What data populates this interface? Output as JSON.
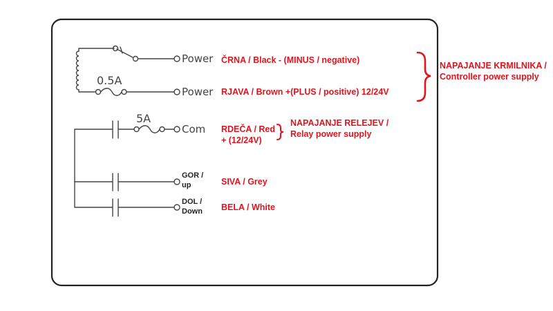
{
  "terminals": {
    "power_1": "Power",
    "power_2": "Power",
    "com": "Com",
    "up": [
      "GOR /",
      "up"
    ],
    "down": [
      "DOL /",
      "Down"
    ]
  },
  "fuses": {
    "controller": "0.5A",
    "relay": "5A"
  },
  "wires": {
    "black": "ČRNA / Black - (MINUS / negative)",
    "brown": "RJAVA / Brown +(PLUS / positive) 12/24V",
    "red": [
      "RDEČA / Red",
      "+ (12/24V)"
    ],
    "grey": "SIVA / Grey",
    "white": "BELA / White"
  },
  "groups": {
    "controller_supply": [
      "NAPAJANJE KRMILNIKA /",
      "Controller power supply"
    ],
    "relay_supply": [
      "NAPAJANJE RELEJEV /",
      "Relay power supply"
    ]
  },
  "colors": {
    "annotation": "#e0141e",
    "line": "#444444",
    "border": "#222222"
  }
}
